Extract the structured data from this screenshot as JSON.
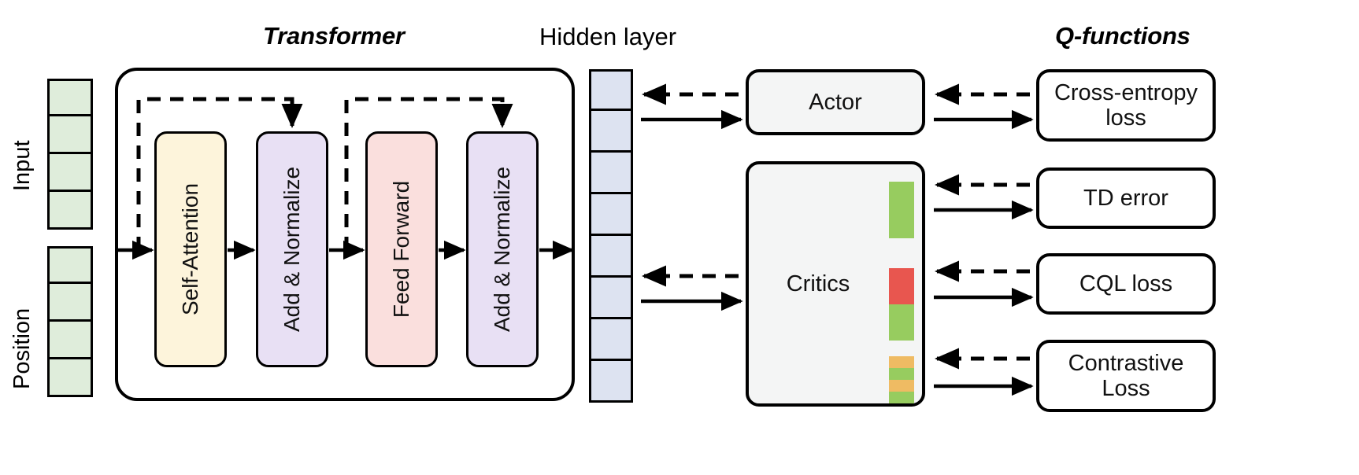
{
  "diagram": {
    "titles": {
      "transformer": "Transformer",
      "hidden_layer": "Hidden layer",
      "q_functions": "Q-functions"
    },
    "side_labels": {
      "input": "Input",
      "position": "Position"
    },
    "input_tokens": {
      "count": 4,
      "color": "#dfeddb",
      "cells": [
        "",
        "",
        "",
        ""
      ]
    },
    "position_tokens": {
      "count": 4,
      "color": "#dfeddb",
      "cells": [
        "",
        "",
        "",
        ""
      ]
    },
    "hidden_layer_cells": {
      "count": 8,
      "color": "#dde3f1",
      "cells": [
        "",
        "",
        "",
        "",
        "",
        "",
        "",
        ""
      ]
    },
    "transformer_blocks": [
      {
        "label": "Self-Attention",
        "color": "#fdf4db"
      },
      {
        "label": "Add & Normalize",
        "color": "#e8e0f4"
      },
      {
        "label": "Feed Forward",
        "color": "#fadfdd"
      },
      {
        "label": "Add & Normalize",
        "color": "#e8e0f4"
      }
    ],
    "modules": [
      {
        "label": "Actor",
        "fill": "#f4f5f5"
      },
      {
        "label": "Critics",
        "fill": "#f4f5f5"
      }
    ],
    "critic_bars": [
      {
        "color": "#97cc5f",
        "height": 72
      },
      {
        "color": "#e8564f",
        "height": 46
      },
      {
        "color": "#97cc5f",
        "height": 46
      },
      {
        "color": "#efbb63",
        "height": 15
      },
      {
        "color": "#97cc5f",
        "height": 15
      },
      {
        "color": "#efbb63",
        "height": 15
      },
      {
        "color": "#97cc5f",
        "height": 15
      }
    ],
    "loss_boxes": [
      {
        "label": "Cross-entropy\nloss",
        "fill": "#ffffff"
      },
      {
        "label": "TD error",
        "fill": "#ffffff"
      },
      {
        "label": "CQL loss",
        "fill": "#ffffff"
      },
      {
        "label": "Contrastive\nLoss",
        "fill": "#ffffff"
      }
    ],
    "connections": {
      "solid_description": "forward pass",
      "dashed_description": "gradient / residual",
      "stroke_color": "#000000"
    },
    "palette": {
      "stroke": "#000000",
      "token_green": "#dfeddb",
      "hidden_blue": "#dde3f1",
      "attention_cream": "#fdf4db",
      "norm_purple": "#e8e0f4",
      "ff_pink": "#fadfdd",
      "module_gray": "#f4f5f5",
      "bar_green": "#97cc5f",
      "bar_red": "#e8564f",
      "bar_orange": "#efbb63"
    }
  }
}
